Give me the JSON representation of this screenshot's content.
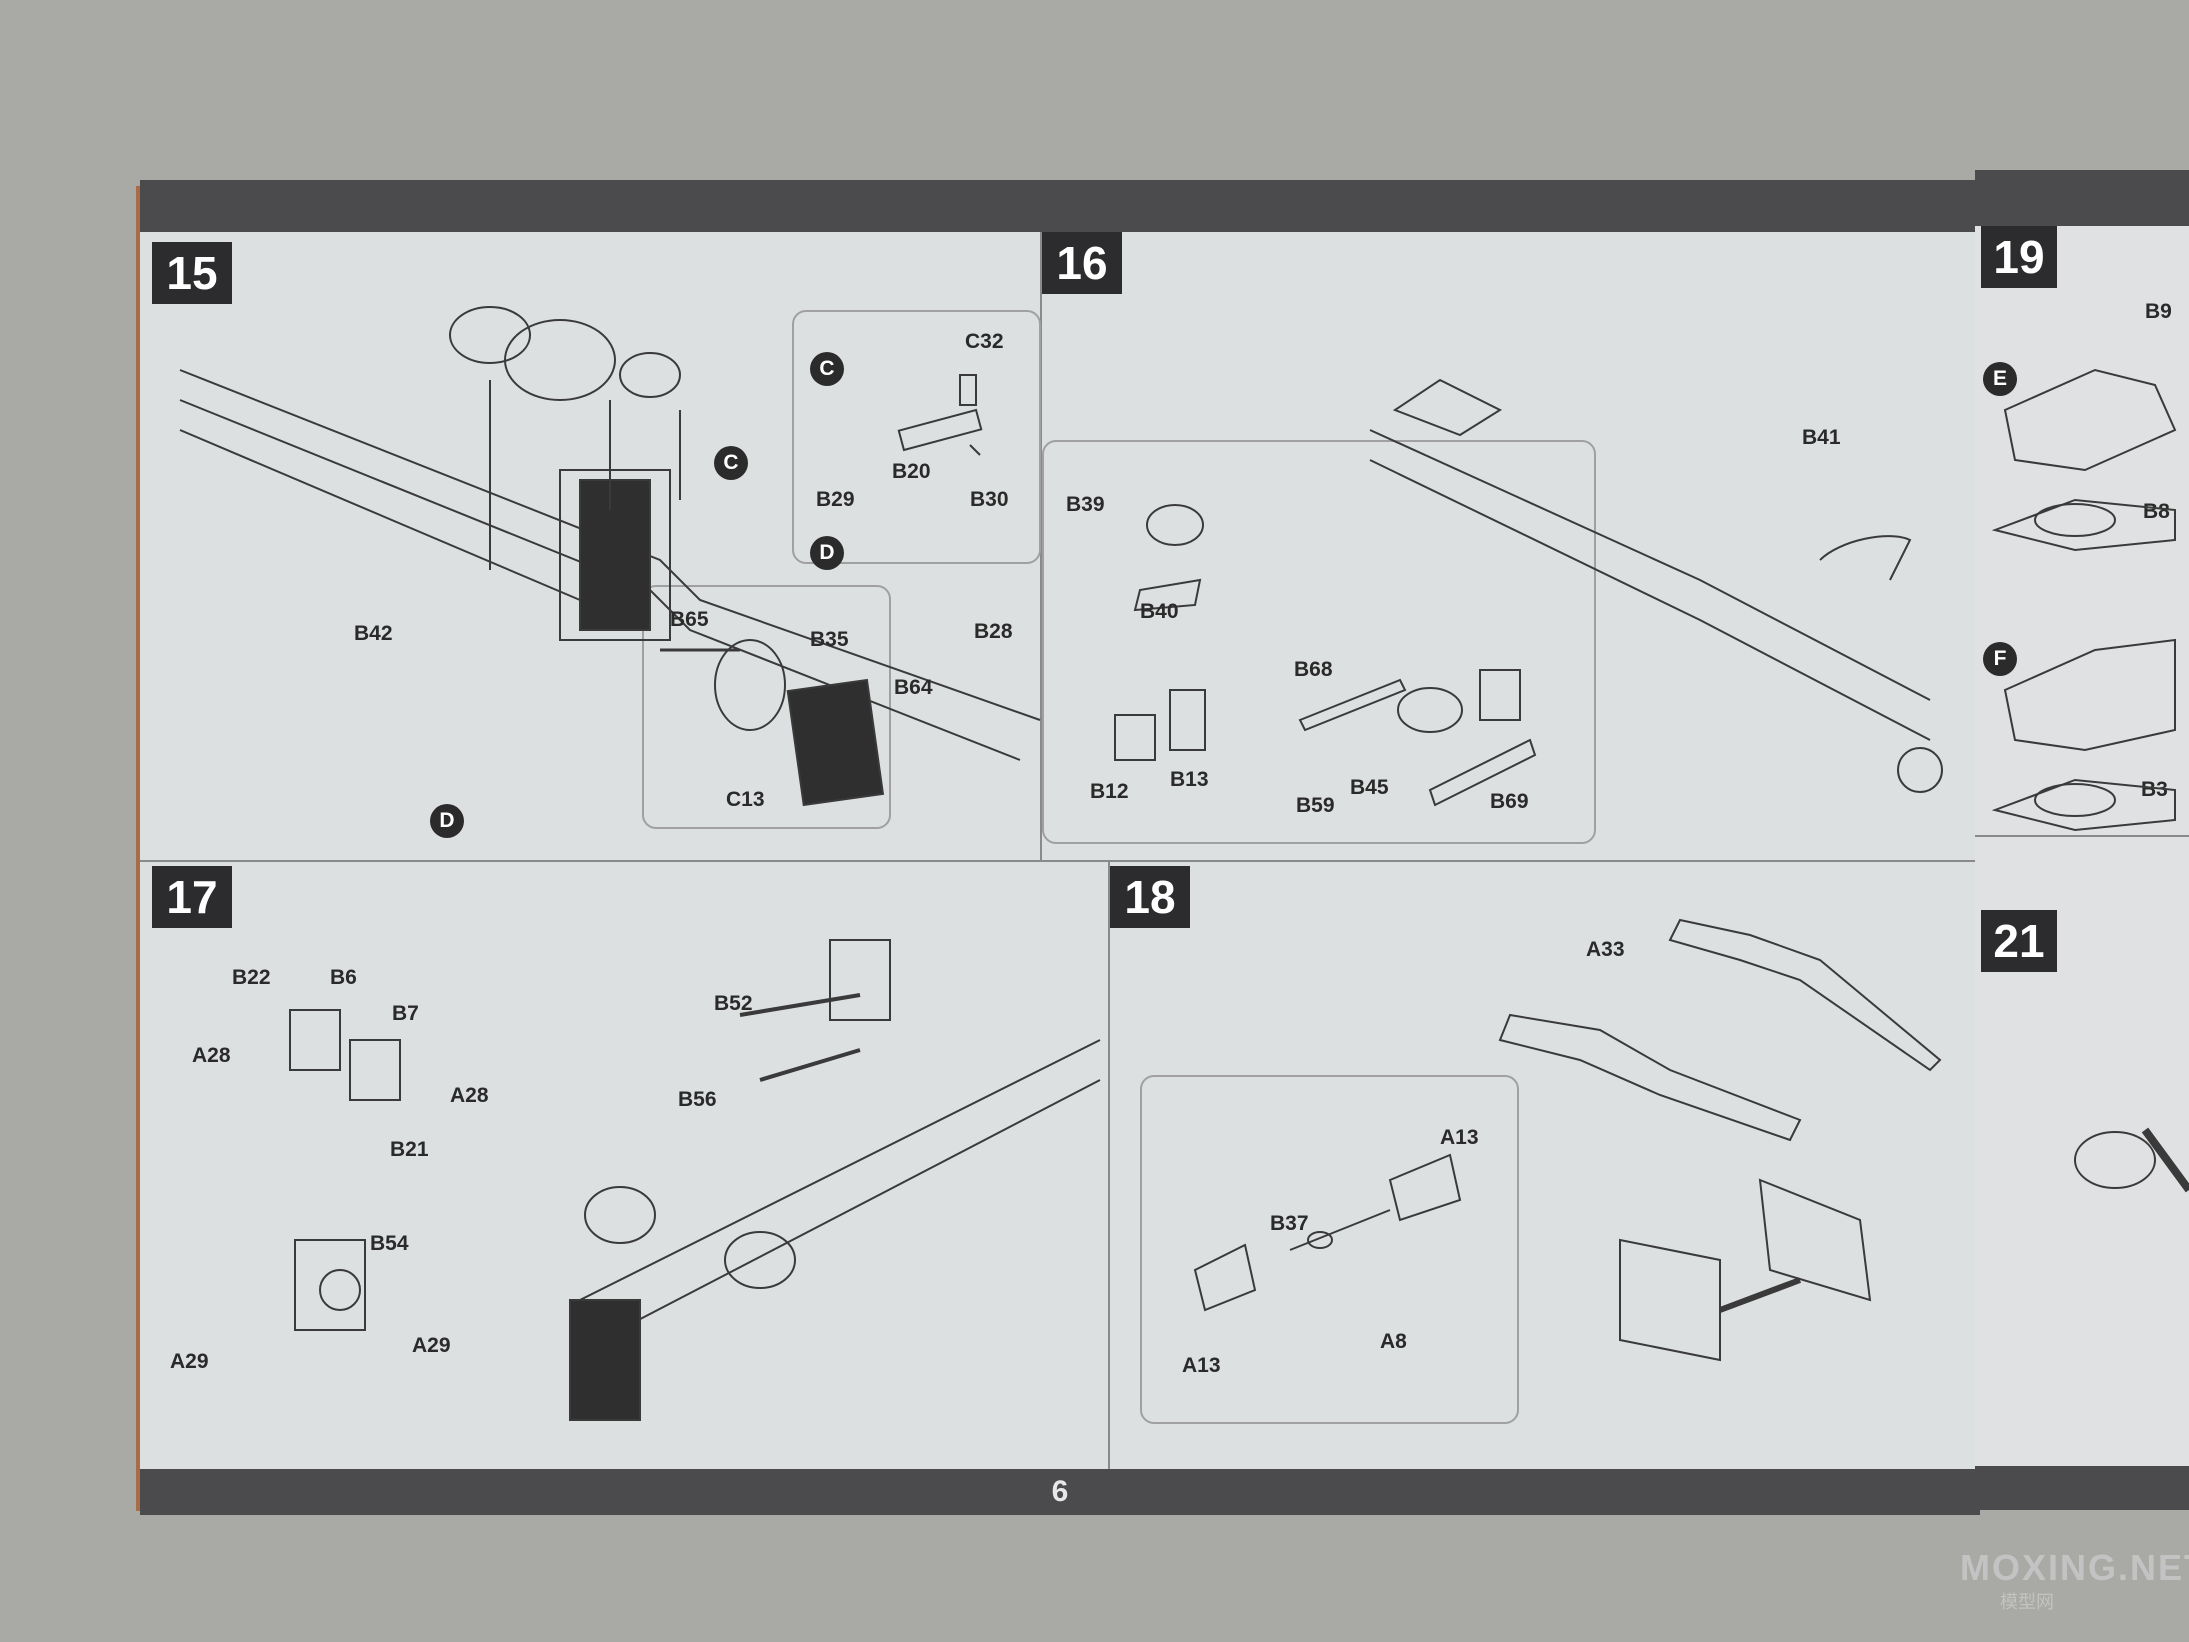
{
  "page_number": "6",
  "steps": [
    {
      "number": "15",
      "callouts": [
        "C",
        "D"
      ],
      "parts": [
        "C32",
        "B20",
        "B29",
        "B30",
        "B65",
        "B35",
        "B28",
        "B64",
        "C13",
        "B42"
      ]
    },
    {
      "number": "16",
      "parts": [
        "B41",
        "B39",
        "B40",
        "B68",
        "B12",
        "B13",
        "B59",
        "B45",
        "B69"
      ]
    },
    {
      "number": "17",
      "parts": [
        "B22",
        "B6",
        "B7",
        "A28",
        "A28",
        "B21",
        "B54",
        "A29",
        "A29",
        "B52",
        "B56"
      ]
    },
    {
      "number": "18",
      "parts": [
        "A33",
        "A13",
        "B37",
        "A8",
        "A13"
      ]
    },
    {
      "number": "19",
      "callouts": [
        "E",
        "F"
      ],
      "parts": [
        "B9",
        "B8",
        "B3"
      ]
    },
    {
      "number": "21"
    }
  ],
  "watermark": {
    "line1": "MOXING.NET",
    "line2": "模型网"
  }
}
